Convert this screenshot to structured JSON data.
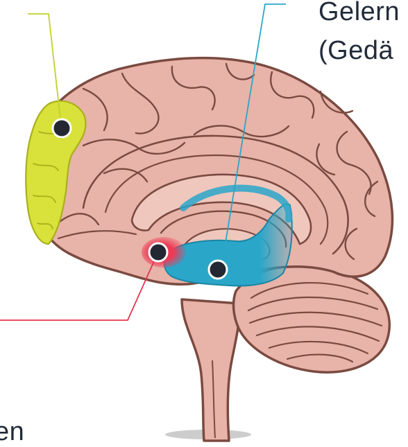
{
  "labels": {
    "top_line1": "Gelern",
    "top_line2": "(Gedä",
    "bottom_left": "en"
  },
  "colors": {
    "background": "#ffffff",
    "brain_fill": "#e8b3a8",
    "brain_outline": "#7a4a40",
    "frontal_highlight": "#d8e23a",
    "hippocampus_highlight": "#2aa6c9",
    "amygdala_highlight": "#ee3a55",
    "marker_dot": "#232833",
    "leader_yellow": "#c3d12a",
    "leader_blue": "#2aa6c9",
    "leader_red": "#e5344f",
    "label_text": "#222b3a"
  }
}
